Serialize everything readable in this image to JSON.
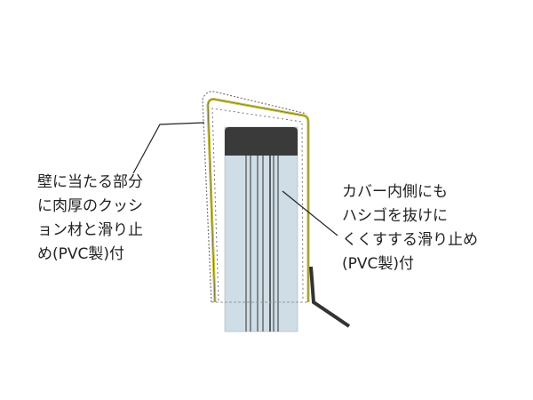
{
  "labels": {
    "left": [
      "壁に当たる部分",
      "に肉厚のクッシ",
      "ョン材と滑り止",
      "め(PVC製)付"
    ],
    "right": [
      "カバー内側にも",
      "ハシゴを抜けに",
      "くくすする滑り止め",
      "(PVC製)付"
    ]
  },
  "colors": {
    "cover": "#c8c23a",
    "rail": "#cfdde6",
    "cap": "#3a3a3a"
  }
}
